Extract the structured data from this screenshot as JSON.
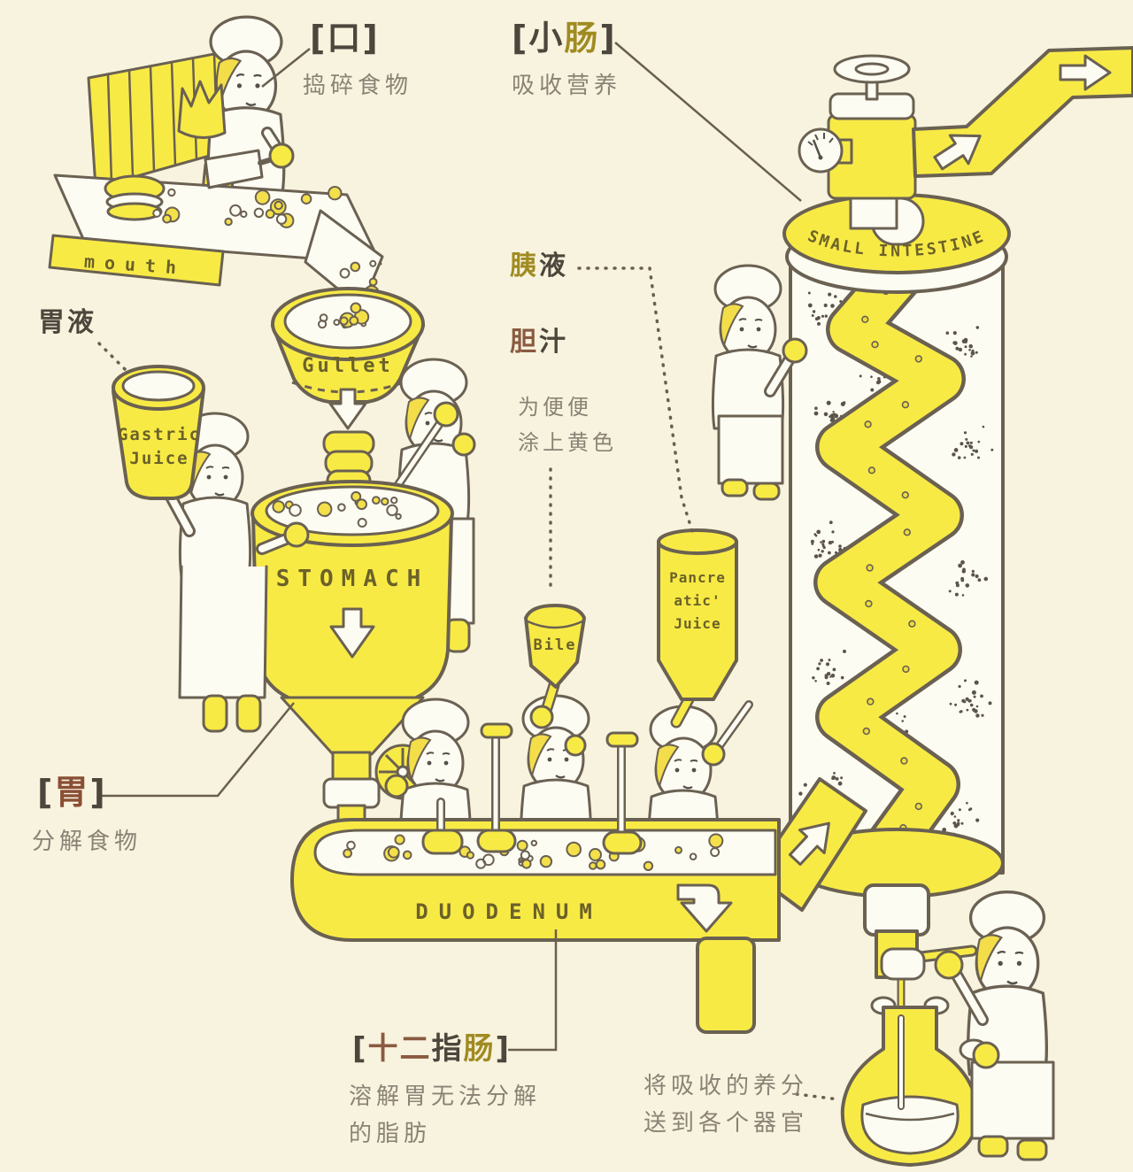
{
  "palette": {
    "background": "#f8f3de",
    "machine_yellow": "#f8ea45",
    "outline": "#6a6152",
    "label_dark": "#4c463c",
    "label_gray": "#8a8275",
    "label_olive": "#a08b22",
    "label_brown": "#8a5a40",
    "machine_text": "#6b6129"
  },
  "callouts": {
    "mouth": {
      "bracket": [
        {
          "t": "[口]",
          "c": "#4c463c"
        }
      ],
      "desc": "捣碎食物"
    },
    "small_intestine": {
      "bracket": [
        {
          "t": "[小",
          "c": "#4c463c"
        },
        {
          "t": "肠",
          "c": "#a08b22"
        },
        {
          "t": "]",
          "c": "#4c463c"
        }
      ],
      "desc": "吸收营养"
    },
    "gastric_juice": {
      "bracket": [
        {
          "t": "胃液",
          "c": "#4c463c"
        }
      ]
    },
    "pancreatic_juice": {
      "bracket": [
        {
          "t": "胰",
          "c": "#a08b22"
        },
        {
          "t": "液",
          "c": "#4c463c"
        }
      ]
    },
    "bile": {
      "bracket": [
        {
          "t": "胆",
          "c": "#8a5a40"
        },
        {
          "t": "汁",
          "c": "#4c463c"
        }
      ]
    },
    "bile_note": {
      "line1": "为便便",
      "line2": "涂上黄色"
    },
    "stomach": {
      "bracket": [
        {
          "t": "[",
          "c": "#4c463c"
        },
        {
          "t": "胃",
          "c": "#8a4f35"
        },
        {
          "t": "]",
          "c": "#4c463c"
        }
      ],
      "desc": "分解食物"
    },
    "duodenum": {
      "bracket": [
        {
          "t": "[",
          "c": "#4c463c"
        },
        {
          "t": "十二",
          "c": "#8a5a40"
        },
        {
          "t": "指",
          "c": "#4c463c"
        },
        {
          "t": "肠",
          "c": "#a08b22"
        },
        {
          "t": "]",
          "c": "#4c463c"
        }
      ],
      "desc1": "溶解胃无法分解",
      "desc2": "的脂肪"
    },
    "nutrients": {
      "line1": "将吸收的养分",
      "line2": "送到各个器官"
    }
  },
  "machines": {
    "mouth_belt": "mouth",
    "gullet": "Gullet",
    "gastric_bucket_line1": "Gastric",
    "gastric_bucket_line2": "Juice",
    "stomach_vat": "STOMACH",
    "bile_funnel": "Bile",
    "pancreatic_bottle_line1": "Pancre",
    "pancreatic_bottle_line2": "atic'",
    "pancreatic_bottle_line3": "Juice",
    "duodenum_trough": "DUODENUM",
    "small_intestine_column": "SMALL INTESTINE"
  }
}
